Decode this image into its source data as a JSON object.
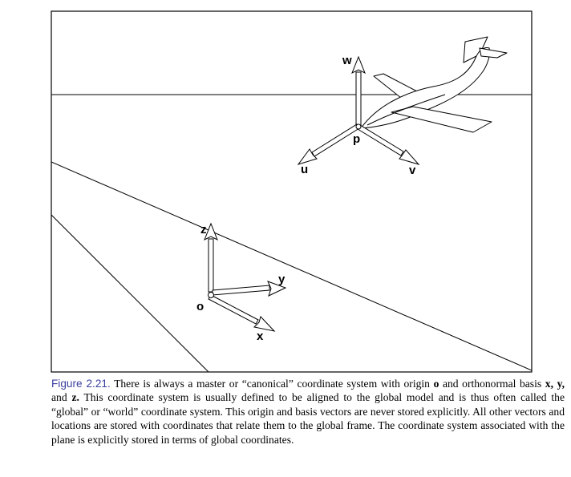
{
  "diagram": {
    "world_axes": {
      "origin": "o",
      "x": "x",
      "y": "y",
      "z": "z"
    },
    "plane_axes": {
      "origin": "p",
      "u": "u",
      "v": "v",
      "w": "w"
    }
  },
  "caption": {
    "figure_label": "Figure 2.21.",
    "part1": "There is always a master or “canonical” coordinate system with origin",
    "origin_symbol": "o",
    "part2": "and orthonormal basis",
    "basis_x": "x,",
    "basis_y": "y,",
    "part3": "and",
    "basis_z": "z.",
    "part4": "This coordinate system is usually defined to be aligned to the global model and is thus often called the “global” or “world” coordinate system. This origin and basis vectors are never stored explicitly.  All other vectors and locations are stored with coordinates that relate them to the global frame. The coordinate system associated with the plane is explicitly stored in terms of global coordinates."
  }
}
